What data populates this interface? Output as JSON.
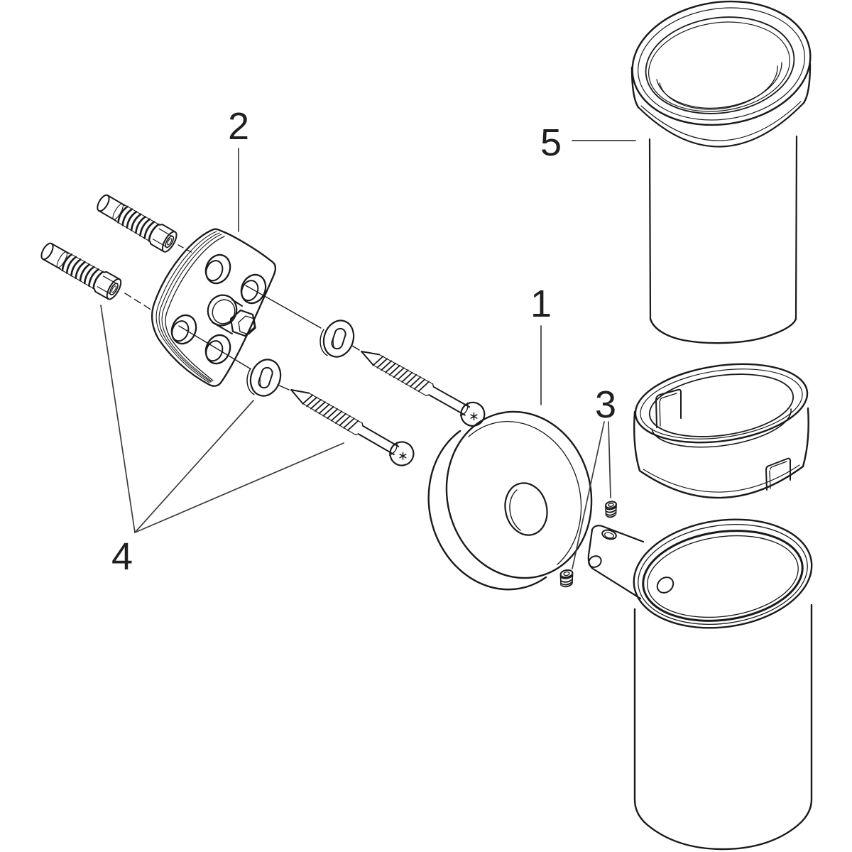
{
  "diagram": {
    "background": "#ffffff",
    "line_color": "#1a1a1a",
    "leader_color": "#3c3c3c",
    "callouts": [
      {
        "label": "1",
        "part": "rosette-escutcheon"
      },
      {
        "label": "2",
        "part": "wall-mount-plate"
      },
      {
        "label": "3",
        "part": "set-screws"
      },
      {
        "label": "4",
        "part": "fixing-set-anchors-washers-screws"
      },
      {
        "label": "5",
        "part": "tumbler-glass"
      }
    ]
  }
}
